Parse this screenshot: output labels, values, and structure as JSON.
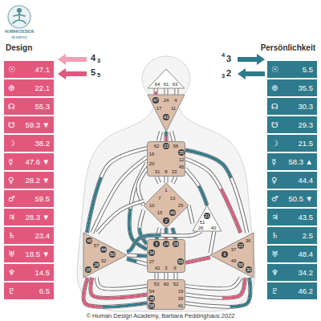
{
  "diagram": {
    "caption": "© Human Design Academy, Barbara Peddinghaus 2022",
    "nodes": [
      {
        "text": [
          "☉",
          "47.1"
        ]
      },
      {
        "text": [
          "⊕",
          "22.1"
        ]
      },
      {
        "text": [
          "☊",
          "55.3"
        ]
      },
      {
        "text": [
          "☋",
          "59.3 ▼"
        ]
      },
      {
        "text": [
          "☽",
          "38.2"
        ]
      },
      {
        "text": [
          "☿",
          "47.6 ▼"
        ]
      },
      {
        "text": [
          "♀",
          "28.2 ▼"
        ]
      },
      {
        "text": [
          "♂",
          "59.5"
        ]
      },
      {
        "text": [
          "♃",
          "28.3 ▼"
        ]
      },
      {
        "text": [
          "♄",
          "23.4"
        ]
      },
      {
        "text": [
          "♅",
          "18.5 ▼"
        ]
      },
      {
        "text": [
          "♆",
          "14.5"
        ]
      },
      {
        "text": [
          "♇",
          "6.5"
        ]
      },
      {
        "text": [
          "☉",
          "5.5"
        ]
      },
      {
        "text": [
          "⊕",
          "35.5"
        ]
      },
      {
        "text": [
          "☊",
          "30.3"
        ]
      },
      {
        "text": [
          "☋",
          "29.3"
        ]
      },
      {
        "text": [
          "☽",
          "21.5"
        ]
      },
      {
        "text": [
          "☿",
          "58.3 ▲"
        ]
      },
      {
        "text": [
          "♀",
          "44.4"
        ]
      },
      {
        "text": [
          "♂",
          "50.5 ▼"
        ]
      },
      {
        "text": [
          "♃",
          "43.5"
        ]
      },
      {
        "text": [
          "♄",
          "2.5"
        ]
      },
      {
        "text": [
          "♅",
          "48.4"
        ]
      },
      {
        "text": [
          "♆",
          "34.2"
        ]
      },
      {
        "text": [
          "♇",
          "46.2"
        ]
      },
      {
        "text": [
          "64",
          "61",
          "63"
        ]
      },
      {
        "text": [
          "47",
          "24",
          "4",
          "17",
          "43",
          "11"
        ]
      },
      {
        "text": [
          "62",
          "23",
          "56",
          "16",
          "35",
          "20",
          "12",
          "45",
          "31",
          "8",
          "33"
        ]
      },
      {
        "text": [
          "1",
          "7",
          "13",
          "10",
          "25",
          "15",
          "46",
          "2"
        ]
      },
      {
        "text": [
          "21",
          "51",
          "26",
          "40"
        ]
      },
      {
        "text": [
          "48",
          "57",
          "44",
          "50",
          "32",
          "28",
          "18"
        ]
      },
      {
        "text": [
          "5",
          "14",
          "29",
          "34",
          "27",
          "59",
          "42",
          "3",
          "9"
        ]
      },
      {
        "text": [
          "36",
          "22",
          "37",
          "6",
          "49",
          "55",
          "30"
        ]
      },
      {
        "text": [
          "53",
          "60",
          "52",
          "54",
          "19",
          "38",
          "39",
          "58",
          "41"
        ]
      }
    ],
    "edges": [
      {
        "from": 26,
        "to": 27,
        "arrow": "none"
      },
      {
        "from": 26,
        "to": 27,
        "arrow": "none"
      },
      {
        "from": 26,
        "to": 27,
        "arrow": "none"
      },
      {
        "from": 27,
        "to": 28,
        "arrow": "none"
      },
      {
        "from": 27,
        "to": 28,
        "arrow": "none"
      },
      {
        "from": 27,
        "to": 28,
        "arrow": "none"
      },
      {
        "from": 28,
        "to": 31,
        "arrow": "none"
      },
      {
        "from": 28,
        "to": 31,
        "arrow": "none"
      },
      {
        "from": 28,
        "to": 32,
        "arrow": "none"
      },
      {
        "from": 28,
        "to": 29,
        "arrow": "none"
      },
      {
        "from": 28,
        "to": 29,
        "arrow": "none"
      },
      {
        "from": 28,
        "to": 29,
        "arrow": "none"
      },
      {
        "from": 28,
        "to": 29,
        "arrow": "none"
      },
      {
        "from": 28,
        "to": 33,
        "arrow": "none"
      },
      {
        "from": 28,
        "to": 33,
        "arrow": "none"
      },
      {
        "from": 28,
        "to": 30,
        "arrow": "none"
      },
      {
        "from": 29,
        "to": 32,
        "arrow": "none"
      },
      {
        "from": 29,
        "to": 32,
        "arrow": "none"
      },
      {
        "from": 29,
        "to": 32,
        "arrow": "none"
      },
      {
        "from": 29,
        "to": 32,
        "arrow": "none"
      },
      {
        "from": 29,
        "to": 30,
        "arrow": "none"
      },
      {
        "from": 29,
        "to": 31,
        "arrow": "none"
      },
      {
        "from": 30,
        "to": 31,
        "arrow": "none"
      },
      {
        "from": 30,
        "to": 33,
        "arrow": "none"
      },
      {
        "from": 32,
        "to": 33,
        "arrow": "none"
      },
      {
        "from": 32,
        "to": 31,
        "arrow": "none"
      },
      {
        "from": 32,
        "to": 31,
        "arrow": "none"
      },
      {
        "from": 32,
        "to": 34,
        "arrow": "none"
      },
      {
        "from": 32,
        "to": 34,
        "arrow": "none"
      },
      {
        "from": 32,
        "to": 34,
        "arrow": "none"
      },
      {
        "from": 34,
        "to": 31,
        "arrow": "none"
      },
      {
        "from": 34,
        "to": 31,
        "arrow": "none"
      },
      {
        "from": 34,
        "to": 31,
        "arrow": "none"
      },
      {
        "from": 34,
        "to": 33,
        "arrow": "none"
      },
      {
        "from": 34,
        "to": 33,
        "arrow": "none"
      },
      {
        "from": 34,
        "to": 33,
        "arrow": "none"
      }
    ],
    "labels": [
      "HUMAN DESIGN",
      "Academy",
      "Design",
      "Persönlichkeit",
      "4",
      "3",
      "5",
      "5",
      "4",
      "3",
      "3",
      "2"
    ]
  }
}
